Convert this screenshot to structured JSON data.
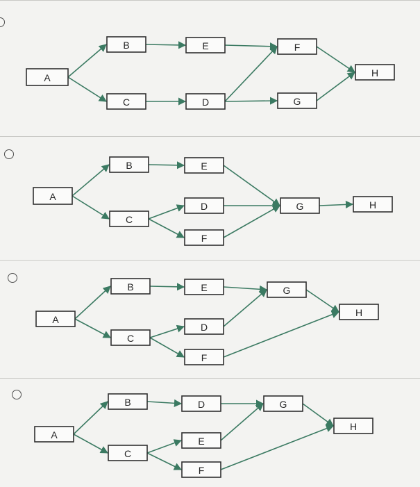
{
  "edge_color": "#3b7a62",
  "node_border_color": "#2f2f2f",
  "options": [
    {
      "id": "option-1",
      "nodes": [
        "A",
        "B",
        "C",
        "E",
        "D",
        "F",
        "G",
        "H"
      ],
      "edges": [
        [
          "A",
          "B"
        ],
        [
          "A",
          "C"
        ],
        [
          "B",
          "E"
        ],
        [
          "C",
          "D"
        ],
        [
          "E",
          "F"
        ],
        [
          "D",
          "F"
        ],
        [
          "D",
          "G"
        ],
        [
          "F",
          "H"
        ],
        [
          "G",
          "H"
        ]
      ]
    },
    {
      "id": "option-2",
      "nodes": [
        "A",
        "B",
        "C",
        "E",
        "D",
        "F",
        "G",
        "H"
      ],
      "edges": [
        [
          "A",
          "B"
        ],
        [
          "A",
          "C"
        ],
        [
          "B",
          "E"
        ],
        [
          "C",
          "D"
        ],
        [
          "C",
          "F"
        ],
        [
          "E",
          "G"
        ],
        [
          "D",
          "G"
        ],
        [
          "F",
          "G"
        ],
        [
          "G",
          "H"
        ]
      ]
    },
    {
      "id": "option-3",
      "nodes": [
        "A",
        "B",
        "C",
        "E",
        "D",
        "F",
        "G",
        "H"
      ],
      "edges": [
        [
          "A",
          "B"
        ],
        [
          "A",
          "C"
        ],
        [
          "B",
          "E"
        ],
        [
          "C",
          "D"
        ],
        [
          "C",
          "F"
        ],
        [
          "E",
          "G"
        ],
        [
          "D",
          "G"
        ],
        [
          "G",
          "H"
        ],
        [
          "F",
          "H"
        ]
      ]
    },
    {
      "id": "option-4",
      "nodes": [
        "A",
        "B",
        "C",
        "D",
        "E",
        "F",
        "G",
        "H"
      ],
      "edges": [
        [
          "A",
          "B"
        ],
        [
          "A",
          "C"
        ],
        [
          "B",
          "D"
        ],
        [
          "C",
          "E"
        ],
        [
          "C",
          "F"
        ],
        [
          "D",
          "G"
        ],
        [
          "E",
          "G"
        ],
        [
          "G",
          "H"
        ],
        [
          "F",
          "H"
        ]
      ]
    }
  ]
}
